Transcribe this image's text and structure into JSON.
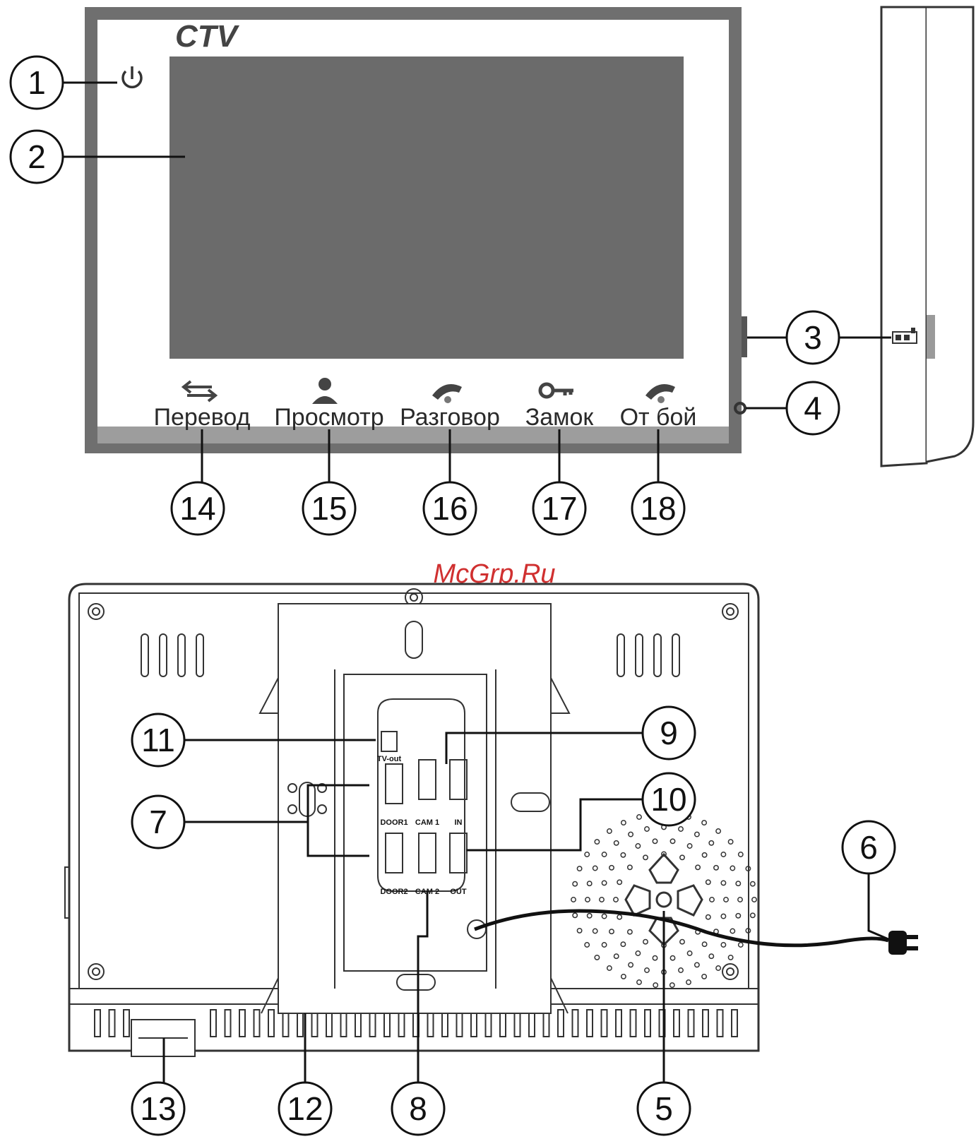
{
  "brand": {
    "logo": "CTV"
  },
  "watermark": "McGrp.Ru",
  "front_panel": {
    "buttons": [
      {
        "id": "transfer",
        "label": "Перевод",
        "icon": "transfer-arrows-icon",
        "callout": "14"
      },
      {
        "id": "view",
        "label": "Просмотр",
        "icon": "person-icon",
        "callout": "15"
      },
      {
        "id": "talk",
        "label": "Разговор",
        "icon": "handset-pickup-icon",
        "callout": "16"
      },
      {
        "id": "lock",
        "label": "Замок",
        "icon": "key-icon",
        "callout": "17"
      },
      {
        "id": "hangup",
        "label": "От бой",
        "icon": "handset-hangup-icon",
        "callout": "18"
      }
    ]
  },
  "callouts": {
    "power": "1",
    "screen": "2",
    "side_switch": "3",
    "microphone": "4",
    "speaker": "5",
    "power_cable": "6",
    "door_ports": "7",
    "cam_ports": "8",
    "in_port": "9",
    "out_port": "10",
    "tv_out": "11",
    "bracket": "12",
    "terminal": "13"
  },
  "ports": {
    "tv_out": "TV-out",
    "door1": "DOOR1",
    "cam1": "CAM 1",
    "in": "IN",
    "door2": "DOOR2",
    "cam2": "CAM 2",
    "out": "OUT"
  }
}
